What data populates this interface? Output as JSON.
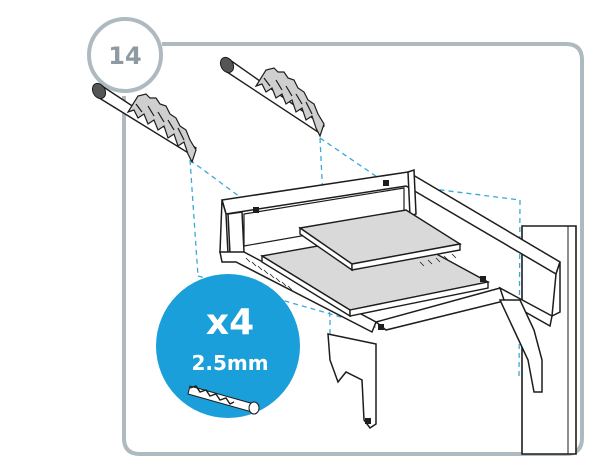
{
  "step": {
    "number": "14"
  },
  "badge": {
    "quantity": "x4",
    "drill_size": "2.5mm"
  },
  "colors": {
    "frame": "#aeb9c0",
    "badge": "#1a9fda",
    "guide_lines": "#3aa9d8",
    "line_art": "#1d1d1b",
    "shelf_fill": "#d9d9d9"
  },
  "icons": [
    "drill-bit-icon"
  ]
}
